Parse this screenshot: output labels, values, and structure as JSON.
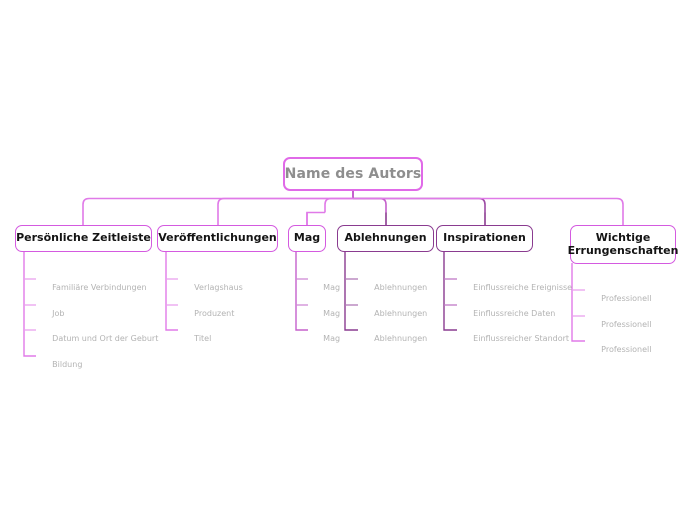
{
  "diagram": {
    "type": "mind-map",
    "language": "de",
    "background": "#ffffff",
    "colors": {
      "link_bright": "#e07ae8",
      "link_dark": "#8a3b90",
      "root_border": "#e06ae8",
      "root_text": "#8e8e8e",
      "branch_border": "#d45ae0",
      "branch_border_dark": "#8a3b90",
      "branch_text": "#141414",
      "leaf_text": "#b3b3b3"
    },
    "root": {
      "label": "Name des Autors"
    },
    "branches": [
      {
        "label": "Persönliche Zeitleiste",
        "tone": "bright",
        "children": [
          "Familiäre Verbindungen",
          "Job",
          "Datum und Ort der Geburt",
          "Bildung"
        ]
      },
      {
        "label": "Veröffentlichungen",
        "tone": "bright",
        "children": [
          "Verlagshaus",
          "Produzent",
          "Titel"
        ]
      },
      {
        "label": "Mag",
        "tone": "bright",
        "children": [
          "Mag",
          "Mag",
          "Mag"
        ]
      },
      {
        "label": "Ablehnungen",
        "tone": "dark",
        "children": [
          "Ablehnungen",
          "Ablehnungen",
          "Ablehnungen"
        ]
      },
      {
        "label": "Inspirationen",
        "tone": "dark",
        "children": [
          "Einflussreiche Ereignisse",
          "Einflussreiche Daten",
          "Einflussreicher Standort"
        ]
      },
      {
        "label": "Wichtige\nErrungenschaften",
        "tone": "bright",
        "children": [
          "Professionell",
          "Professionell",
          "Professionell"
        ]
      }
    ]
  }
}
